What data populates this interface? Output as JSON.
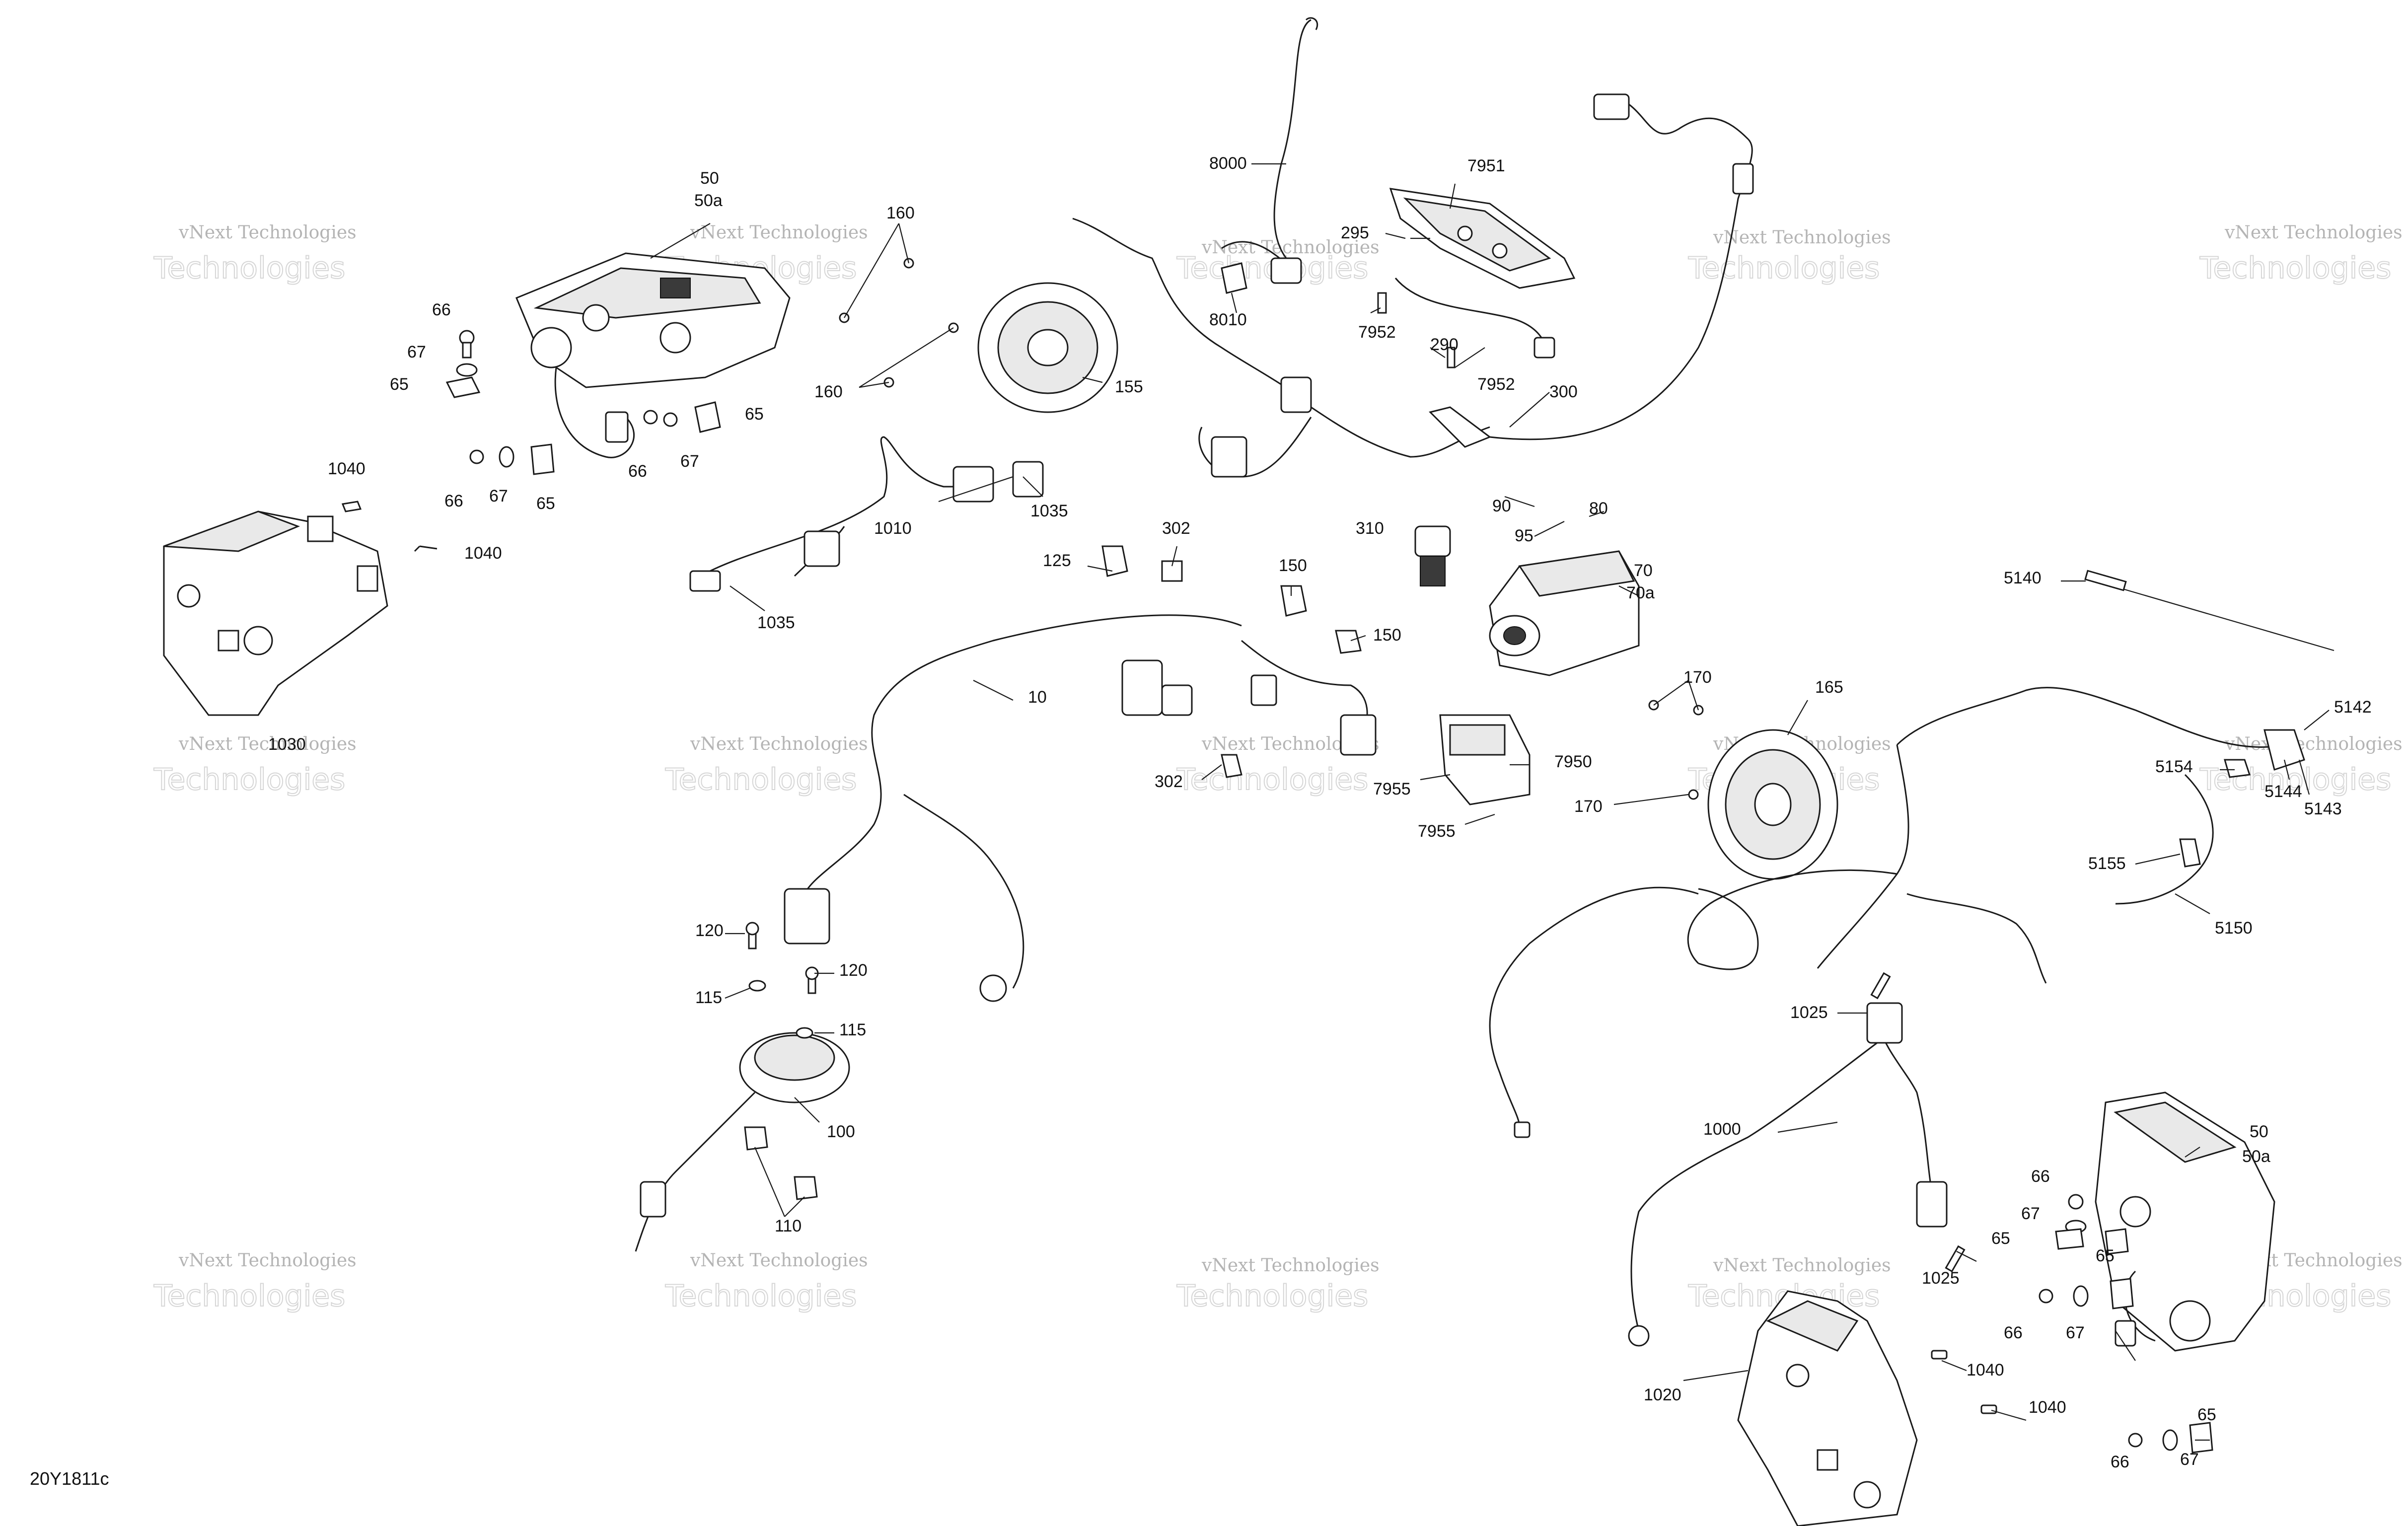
{
  "figure_ref": "20Y1811c",
  "watermark": {
    "line1": "vNext Technologies",
    "line2": "Technologies"
  },
  "callouts": {
    "c50_top": "50",
    "c50a_top": "50a",
    "c66_tl": "66",
    "c67_tl": "67",
    "c65_tl": "65",
    "c65_tl2": "65",
    "c66_tl2": "66",
    "c67_tl2": "67",
    "c65_tl3": "65",
    "c66_tl3": "66",
    "c67_tl3": "67",
    "c1040_tl": "1040",
    "c1040_tl2": "1040",
    "c1030": "1030",
    "c160_a": "160",
    "c160_b": "160",
    "c155": "155",
    "c1010": "1010",
    "c1035_a": "1035",
    "c1035_b": "1035",
    "c8000": "8000",
    "c8010": "8010",
    "c7951": "7951",
    "c295": "295",
    "c7952_a": "7952",
    "c7952_b": "7952",
    "c290": "290",
    "c300": "300",
    "c90": "90",
    "c95": "95",
    "c80": "80",
    "c310": "310",
    "c70": "70",
    "c70a": "70a",
    "c125": "125",
    "c302_a": "302",
    "c150_a": "150",
    "c150_b": "150",
    "c10": "10",
    "c302_b": "302",
    "c170_a": "170",
    "c165": "165",
    "c7950": "7950",
    "c7955_a": "7955",
    "c7955_b": "7955",
    "c170_b": "170",
    "c5140": "5140",
    "c5142": "5142",
    "c5154": "5154",
    "c5144": "5144",
    "c5143": "5143",
    "c5155": "5155",
    "c5150": "5150",
    "c120_a": "120",
    "c120_b": "120",
    "c115_a": "115",
    "c115_b": "115",
    "c100": "100",
    "c110": "110",
    "c1025_a": "1025",
    "c1025_b": "1025",
    "c1000": "1000",
    "c50_br": "50",
    "c50a_br": "50a",
    "c66_br": "66",
    "c67_br": "67",
    "c65_br": "65",
    "c65_br2": "65",
    "c66_br2": "66",
    "c67_br2": "67",
    "c1040_br": "1040",
    "c1040_br2": "1040",
    "c1020": "1020",
    "c65_br3": "65",
    "c66_br3": "66",
    "c67_br3": "67"
  }
}
